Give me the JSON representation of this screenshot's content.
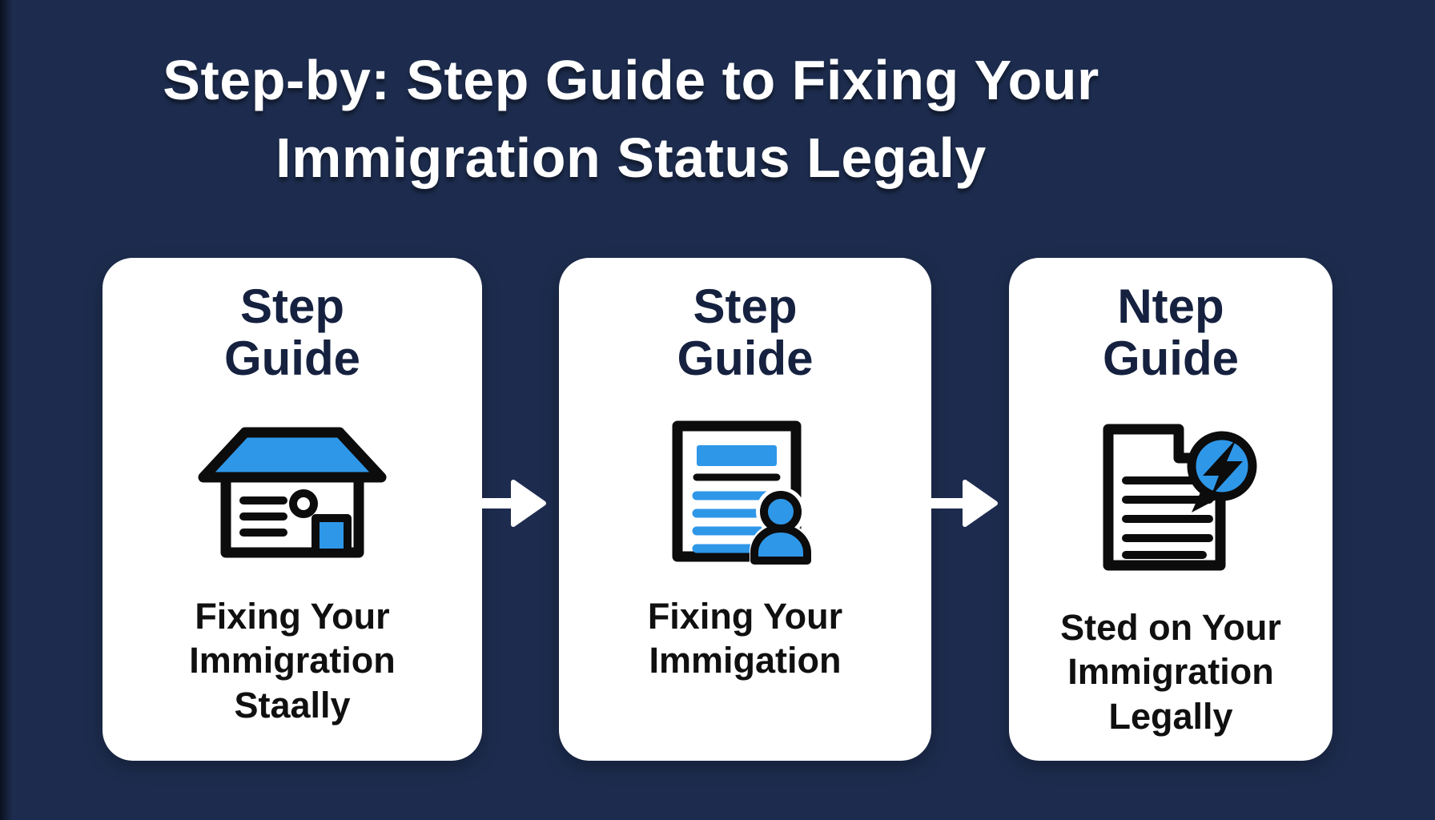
{
  "colors": {
    "background_navy": "#1d2c4e",
    "card_white": "#ffffff",
    "title_white": "#ffffff",
    "card_title_navy": "#15213f",
    "caption_black": "#101010",
    "icon_accent_blue": "#2f97e8",
    "icon_outline_black": "#0c0c0c",
    "arrow_white": "#ffffff"
  },
  "title": {
    "line1": "Step-by: Step Guide to Fixing Your",
    "line2": "Immigration Status Legaly"
  },
  "cards": [
    {
      "title_line1": "Step",
      "title_line2": "Guide",
      "icon": "house-icon",
      "caption_lines": [
        "Fixing Your",
        "Immigration",
        "Staally"
      ]
    },
    {
      "title_line1": "Step",
      "title_line2": "Guide",
      "icon": "document-person-icon",
      "caption_lines": [
        "Fixing Your",
        "Immigation"
      ]
    },
    {
      "title_line1": "Ntep",
      "title_line2": "Guide",
      "icon": "document-lightning-icon",
      "caption_lines": [
        "Sted on Your",
        "Immigration",
        "Legally"
      ]
    }
  ],
  "arrows": [
    "right-arrow",
    "right-arrow"
  ]
}
